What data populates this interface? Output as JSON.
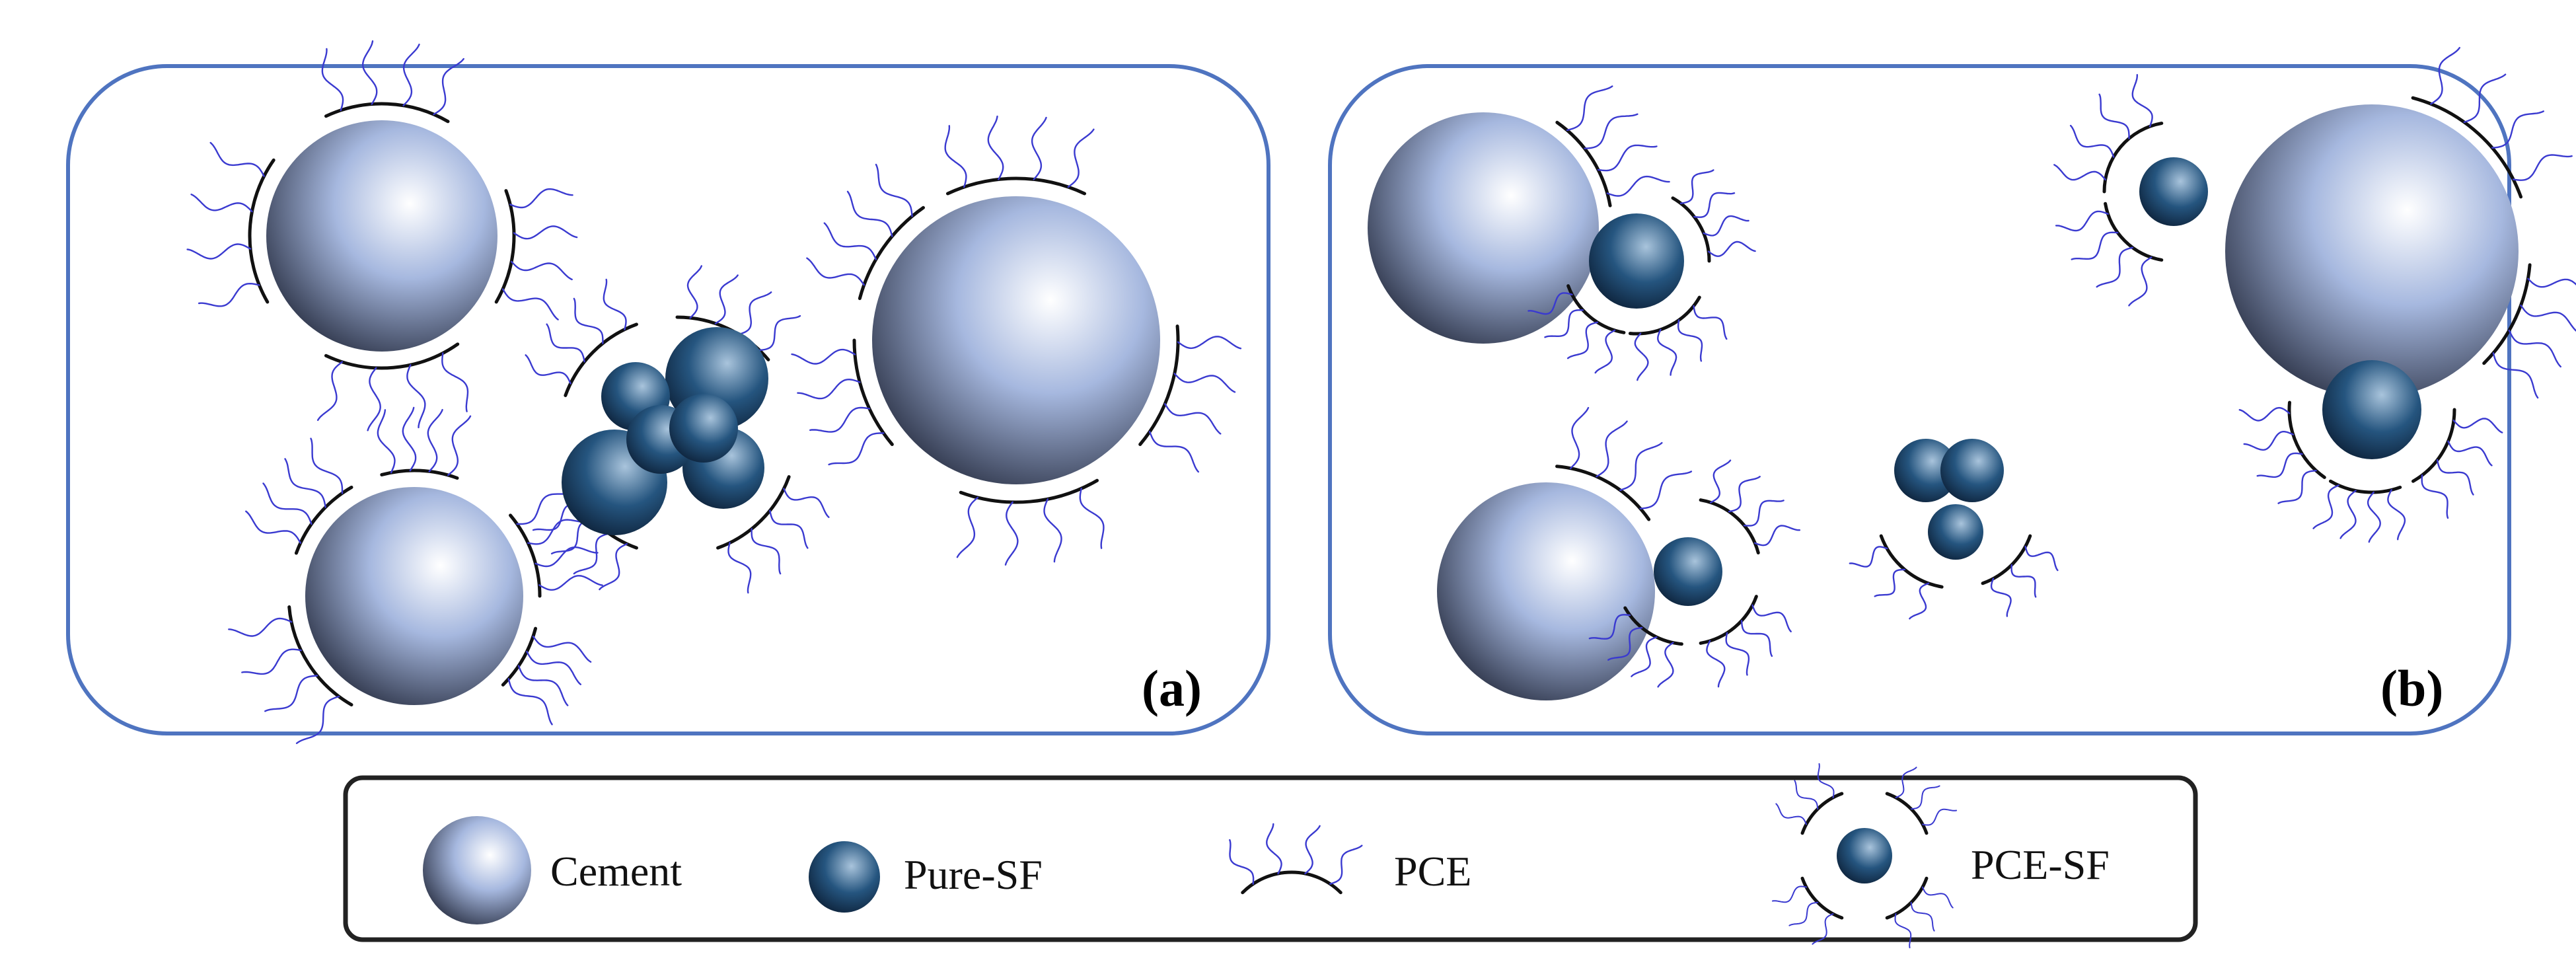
{
  "panels": {
    "a": {
      "label": "(a)"
    },
    "b": {
      "label": "(b)"
    }
  },
  "legend": {
    "items": [
      {
        "id": "cement",
        "label": "Cement",
        "icon": "cement-particle-icon"
      },
      {
        "id": "pure_sf",
        "label": "Pure-SF",
        "icon": "silica-fume-particle-icon"
      },
      {
        "id": "pce",
        "label": "PCE",
        "icon": "pce-polymer-icon"
      },
      {
        "id": "pce_sf",
        "label": "PCE-SF",
        "icon": "pce-coated-silica-fume-icon"
      }
    ]
  },
  "colors": {
    "panel_border": "#4f74c0",
    "legend_border": "#222222",
    "cement_light": "#ffffff",
    "cement_mid": "#a6b8df",
    "cement_dark": "#2d3448",
    "sf_light": "#a9c4dc",
    "sf_mid": "#25557f",
    "sf_dark": "#0b1d33",
    "pce_side_chain": "#3a3ad0",
    "pce_backbone": "#111111"
  }
}
